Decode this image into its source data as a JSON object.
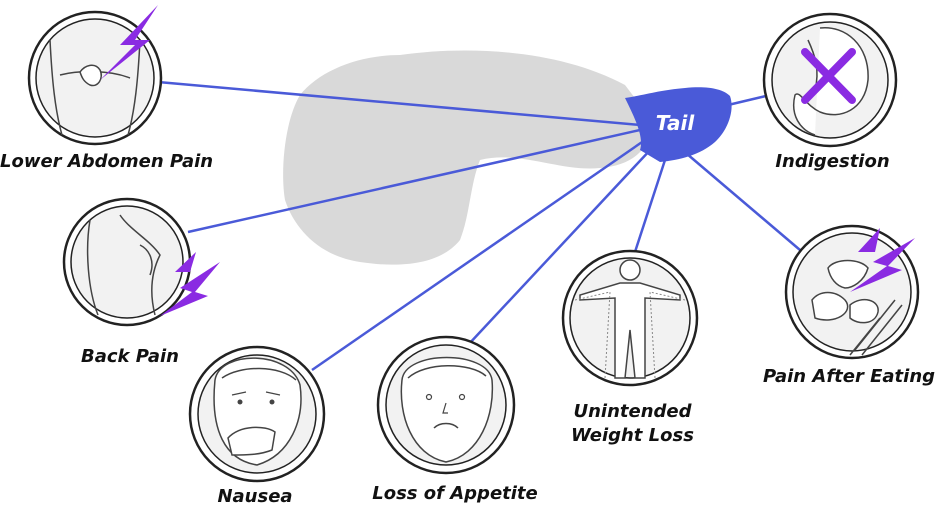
{
  "organ": {
    "label": "Tail",
    "color": "#4a5ad8",
    "line_color": "#4a5ad8",
    "silhouette_color": "#d9d9d9"
  },
  "accent_color": "#8a2be2",
  "symptoms": [
    {
      "id": "lower-abdomen-pain",
      "label": "Lower Abdomen Pain",
      "icon": "lightning-bolt-icon"
    },
    {
      "id": "back-pain",
      "label": "Back Pain",
      "icon": "lightning-bolt-icon"
    },
    {
      "id": "nausea",
      "label": "Nausea",
      "icon": "nauseous-face-icon"
    },
    {
      "id": "loss-of-appetite",
      "label": "Loss of Appetite",
      "icon": "frowning-face-icon"
    },
    {
      "id": "unintended-weight-loss",
      "label_lines": [
        "Unintended",
        "Weight Loss"
      ],
      "icon": "body-outline-icon"
    },
    {
      "id": "indigestion",
      "label": "Indigestion",
      "icon": "x-mark-icon"
    },
    {
      "id": "pain-after-eating",
      "label": "Pain After Eating",
      "icon": "lightning-bolt-icon"
    }
  ]
}
